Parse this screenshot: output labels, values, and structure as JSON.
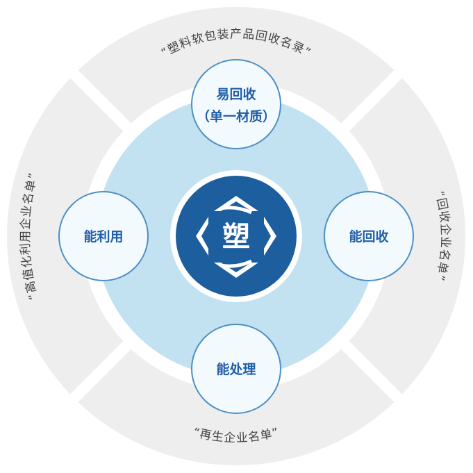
{
  "colors": {
    "outer_ring": "#eeeeee",
    "mid_ring": "#c2e2f1",
    "white_band": "#ffffff",
    "node_fill": "#f3fafd",
    "node_stroke": "#4d8fc4",
    "node_text": "#1f5ea8",
    "center_fill": "#1d5e9f",
    "ring_text": "#444444"
  },
  "ring_labels": {
    "top": "“塑料软包装产品回收名录”",
    "right": "“回收企业名单”",
    "bottom": "“再生企业名单”",
    "left": "“高值化利用企业名单”"
  },
  "nodes": {
    "top": {
      "line1": "易回收",
      "line2": "（单一材质）"
    },
    "right": {
      "label": "能回收"
    },
    "bottom": {
      "label": "能处理"
    },
    "left": {
      "label": "能利用"
    }
  },
  "center": {
    "logo_icon": "plastic-logo-icon",
    "logo_char": "塑"
  }
}
